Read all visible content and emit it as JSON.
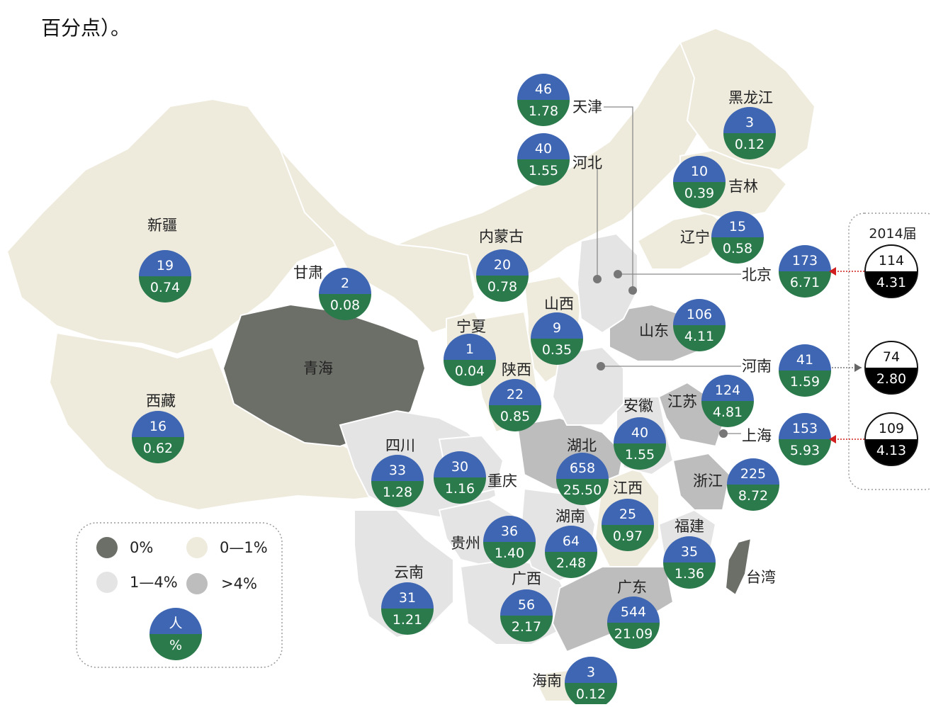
{
  "caption": "百分点）。",
  "colors": {
    "blue": "#3f66b3",
    "green": "#2b7a4b",
    "cat_0": "#6c6f68",
    "cat_0_1": "#eeebdd",
    "cat_1_4": "#e4e4e4",
    "cat_gt4": "#bdbdbd",
    "beijing_mark": "#7a1010"
  },
  "provinces": [
    {
      "name": "新疆",
      "people": "19",
      "pct": "0.74",
      "cat": "cat_0_1"
    },
    {
      "name": "西藏",
      "people": "16",
      "pct": "0.62",
      "cat": "cat_0_1"
    },
    {
      "name": "甘肃",
      "people": "2",
      "pct": "0.08",
      "cat": "cat_0_1"
    },
    {
      "name": "青海",
      "people": "",
      "pct": "",
      "cat": "cat_0"
    },
    {
      "name": "内蒙古",
      "people": "20",
      "pct": "0.78",
      "cat": "cat_0_1"
    },
    {
      "name": "宁夏",
      "people": "1",
      "pct": "0.04",
      "cat": "cat_0_1"
    },
    {
      "name": "山西",
      "people": "9",
      "pct": "0.35",
      "cat": "cat_0_1"
    },
    {
      "name": "陕西",
      "people": "22",
      "pct": "0.85",
      "cat": "cat_0_1"
    },
    {
      "name": "四川",
      "people": "33",
      "pct": "1.28",
      "cat": "cat_1_4"
    },
    {
      "name": "重庆",
      "people": "30",
      "pct": "1.16",
      "cat": "cat_1_4"
    },
    {
      "name": "云南",
      "people": "31",
      "pct": "1.21",
      "cat": "cat_1_4"
    },
    {
      "name": "贵州",
      "people": "36",
      "pct": "1.40",
      "cat": "cat_1_4"
    },
    {
      "name": "广西",
      "people": "56",
      "pct": "2.17",
      "cat": "cat_1_4"
    },
    {
      "name": "湖北",
      "people": "658",
      "pct": "25.50",
      "cat": "cat_gt4"
    },
    {
      "name": "湖南",
      "people": "64",
      "pct": "2.48",
      "cat": "cat_1_4"
    },
    {
      "name": "江西",
      "people": "25",
      "pct": "0.97",
      "cat": "cat_0_1"
    },
    {
      "name": "广东",
      "people": "544",
      "pct": "21.09",
      "cat": "cat_gt4"
    },
    {
      "name": "海南",
      "people": "3",
      "pct": "0.12",
      "cat": "cat_0_1"
    },
    {
      "name": "福建",
      "people": "35",
      "pct": "1.36",
      "cat": "cat_1_4"
    },
    {
      "name": "浙江",
      "people": "225",
      "pct": "8.72",
      "cat": "cat_gt4"
    },
    {
      "name": "上海",
      "people": "153",
      "pct": "5.93",
      "cat": "cat_gt4"
    },
    {
      "name": "江苏",
      "people": "124",
      "pct": "4.81",
      "cat": "cat_gt4"
    },
    {
      "name": "安徽",
      "people": "40",
      "pct": "1.55",
      "cat": "cat_1_4"
    },
    {
      "name": "河南",
      "people": "41",
      "pct": "1.59",
      "cat": "cat_1_4"
    },
    {
      "name": "山东",
      "people": "106",
      "pct": "4.11",
      "cat": "cat_gt4"
    },
    {
      "name": "北京",
      "people": "173",
      "pct": "6.71",
      "cat": "cat_gt4"
    },
    {
      "name": "天津",
      "people": "46",
      "pct": "1.78",
      "cat": "cat_1_4"
    },
    {
      "name": "河北",
      "people": "40",
      "pct": "1.55",
      "cat": "cat_1_4"
    },
    {
      "name": "辽宁",
      "people": "15",
      "pct": "0.58",
      "cat": "cat_0_1"
    },
    {
      "name": "吉林",
      "people": "10",
      "pct": "0.39",
      "cat": "cat_0_1"
    },
    {
      "name": "黑龙江",
      "people": "3",
      "pct": "0.12",
      "cat": "cat_0_1"
    },
    {
      "name": "台湾",
      "people": "",
      "pct": "",
      "cat": "cat_0"
    }
  ],
  "comparison": {
    "title": "2014届",
    "items": [
      {
        "ref": "北京",
        "people": "114",
        "pct": "4.31"
      },
      {
        "ref": "河南",
        "people": "74",
        "pct": "2.80"
      },
      {
        "ref": "上海",
        "people": "109",
        "pct": "4.13"
      }
    ]
  },
  "legend": {
    "items": [
      {
        "label": "0%",
        "cat": "cat_0"
      },
      {
        "label": "0—1%",
        "cat": "cat_0_1"
      },
      {
        "label": "1—4%",
        "cat": "cat_1_4"
      },
      {
        "label": ">4%",
        "cat": "cat_gt4"
      }
    ],
    "key_top": "人",
    "key_bottom": "%"
  }
}
